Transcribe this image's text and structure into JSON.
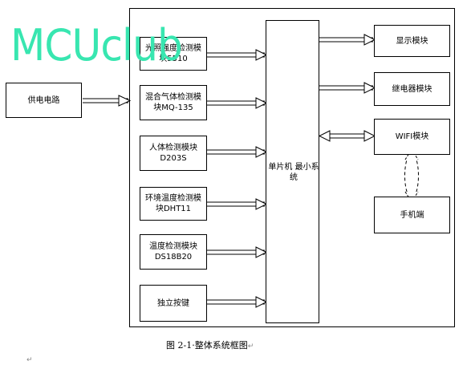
{
  "watermark": "MCUclub",
  "power": {
    "label": "供电电路"
  },
  "sensors": [
    {
      "line1": "光照强度检测模",
      "line2": "块5510"
    },
    {
      "line1": "混合气体检测模",
      "line2": "块MQ-135"
    },
    {
      "line1": "人体检测模块",
      "line2": "D203S"
    },
    {
      "line1": "环境温度检测模",
      "line2": "块DHT11"
    },
    {
      "line1": "温度检测模块",
      "line2": "DS18B20"
    },
    {
      "line1": "独立按键",
      "line2": ""
    }
  ],
  "mcu": {
    "line1": "单片机",
    "line2": "最小系统"
  },
  "outputs": {
    "display": "显示模块",
    "relay": "继电器模块",
    "wifi": "WIFI模块",
    "phone": "手机端"
  },
  "caption": "图 2-1·整体系统框图",
  "para_mark": "↵"
}
